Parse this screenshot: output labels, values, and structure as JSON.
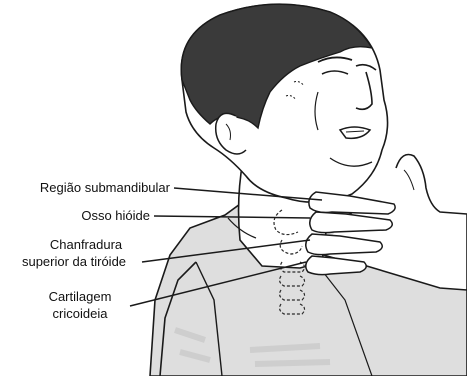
{
  "labels": {
    "submandibular": "Região submandibular",
    "hyoid": "Osso hióide",
    "thyroid_line1": "Chanfradura",
    "thyroid_line2": "superior da tiróide",
    "cricoid_line1": "Cartilagem",
    "cricoid_line2": "cricoideia"
  },
  "colors": {
    "ink": "#1a1a1a",
    "hair": "#3a3a3a",
    "skin": "#ffffff",
    "shirt_shade": "#d4d4d4",
    "background": "#ffffff"
  }
}
